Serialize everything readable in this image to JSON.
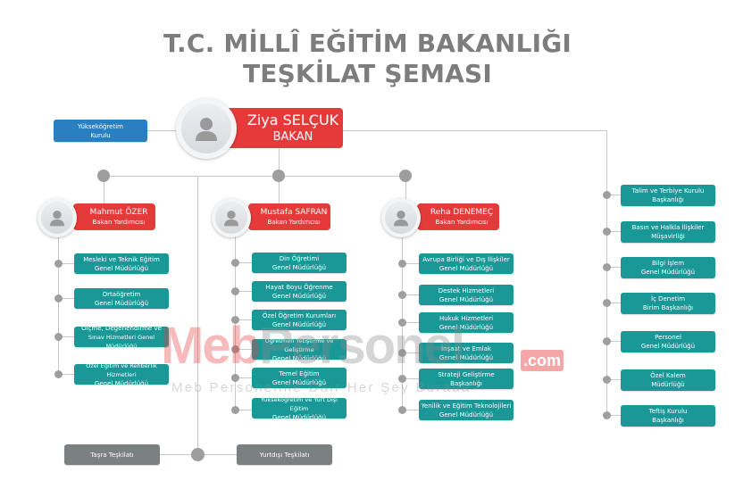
{
  "title": {
    "line1": "T.C. MİLLÎ EĞİTİM BAKANLIĞI",
    "line2": "TEŞKİLAT ŞEMASI"
  },
  "colors": {
    "red": "#e43a3a",
    "teal": "#1a9898",
    "blue": "#2a7fc0",
    "gray_box": "#7a8180",
    "connector": "#c9c9c9",
    "node": "#9e9e9e",
    "title": "#7d7d7d"
  },
  "minister": {
    "name": "Ziya SELÇUK",
    "role": "BAKAN",
    "icon": "user-avatar-icon"
  },
  "side_unit": {
    "line1": "Yükseköğretim",
    "line2": "Kurulu"
  },
  "deputies": [
    {
      "name": "Mahmut ÖZER",
      "role": "Bakan Yardımcısı",
      "units": [
        {
          "line1": "Mesleki ve Teknik Eğitim",
          "line2": "Genel Müdürlüğü"
        },
        {
          "line1": "Ortaöğretim",
          "line2": "Genel Müdürlüğü"
        },
        {
          "line1": "Ölçme, Değerlendirme ve",
          "line2": "Sınav Hizmetleri Genel Müdürlüğü"
        },
        {
          "line1": "Özel Eğitim ve Rehberlik Hizmetleri",
          "line2": "Genel Müdürlüğü"
        }
      ]
    },
    {
      "name": "Mustafa SAFRAN",
      "role": "Bakan Yardımcısı",
      "units": [
        {
          "line1": "Din Öğretimi",
          "line2": "Genel Müdürlüğü"
        },
        {
          "line1": "Hayat Boyu Öğrenme",
          "line2": "Genel Müdürlüğü"
        },
        {
          "line1": "Özel Öğretim Kurumları",
          "line2": "Genel Müdürlüğü"
        },
        {
          "line1": "Öğretmen Yetiştirme ve Geliştirme",
          "line2": "Genel Müdürlüğü"
        },
        {
          "line1": "Temel Eğitim",
          "line2": "Genel Müdürlüğü"
        },
        {
          "line1": "Yükseköğretim ve Yurt Dışı Eğitim",
          "line2": "Genel Müdürlüğü"
        }
      ]
    },
    {
      "name": "Reha DENEMEÇ",
      "role": "Bakan Yardımcısı",
      "units": [
        {
          "line1": "Avrupa Birliği ve Dış İlişkiler",
          "line2": "Genel Müdürlüğü"
        },
        {
          "line1": "Destek Hizmetleri",
          "line2": "Genel Müdürlüğü"
        },
        {
          "line1": "Hukuk Hizmetleri",
          "line2": "Genel Müdürlüğü"
        },
        {
          "line1": "İnşaat ve Emlak",
          "line2": "Genel Müdürlüğü"
        },
        {
          "line1": "Strateji Geliştirme",
          "line2": "Başkanlığı"
        },
        {
          "line1": "Yenilik ve Eğitim Teknolojileri",
          "line2": "Genel Müdürlüğü"
        }
      ]
    }
  ],
  "direct_units": [
    {
      "line1": "Talim ve Terbiye Kurulu",
      "line2": "Başkanlığı"
    },
    {
      "line1": "Basın ve Halkla İlişkiler",
      "line2": "Müşavirliği"
    },
    {
      "line1": "Bilgi İşlem",
      "line2": "Genel Müdürlüğü"
    },
    {
      "line1": "İç Denetim",
      "line2": "Birim Başkanlığı"
    },
    {
      "line1": "Personel",
      "line2": "Genel Müdürlüğü"
    },
    {
      "line1": "Özel Kalem",
      "line2": "Müdürlüğü"
    },
    {
      "line1": "Teftiş Kurulu",
      "line2": "Başkanlığı"
    }
  ],
  "bottom_units": {
    "left": "Taşra Teşkilatı",
    "right": "Yurtdışı Teşkilatı"
  },
  "watermark": {
    "main_red": "Meb",
    "main_gray": "Personel",
    "suffix": ".com",
    "tagline": "Meb Personeline Dair Her Şey Burada"
  }
}
